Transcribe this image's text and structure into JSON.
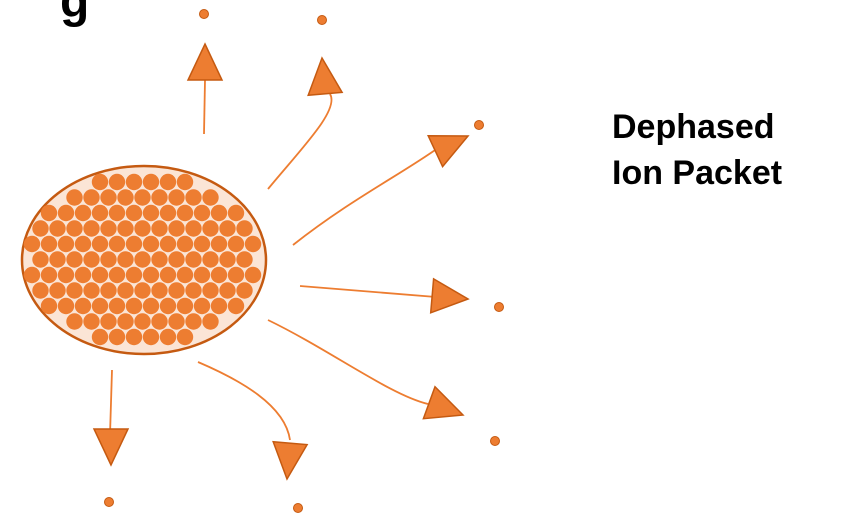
{
  "heading_fragment": "g",
  "label": {
    "line1": "Dephased",
    "line2": "Ion Packet"
  },
  "colors": {
    "ion": "#ed7d31",
    "ion_outline": "#c55a11",
    "packet_fill": "#fbe5d6",
    "packet_outline": "#c55a11",
    "arrow_line": "#ed7d31",
    "text": "#000000"
  },
  "icons": {
    "packet": "ion-packet-ellipse",
    "arrow": "triangle-arrowhead",
    "ion": "escaped-ion-dot"
  }
}
